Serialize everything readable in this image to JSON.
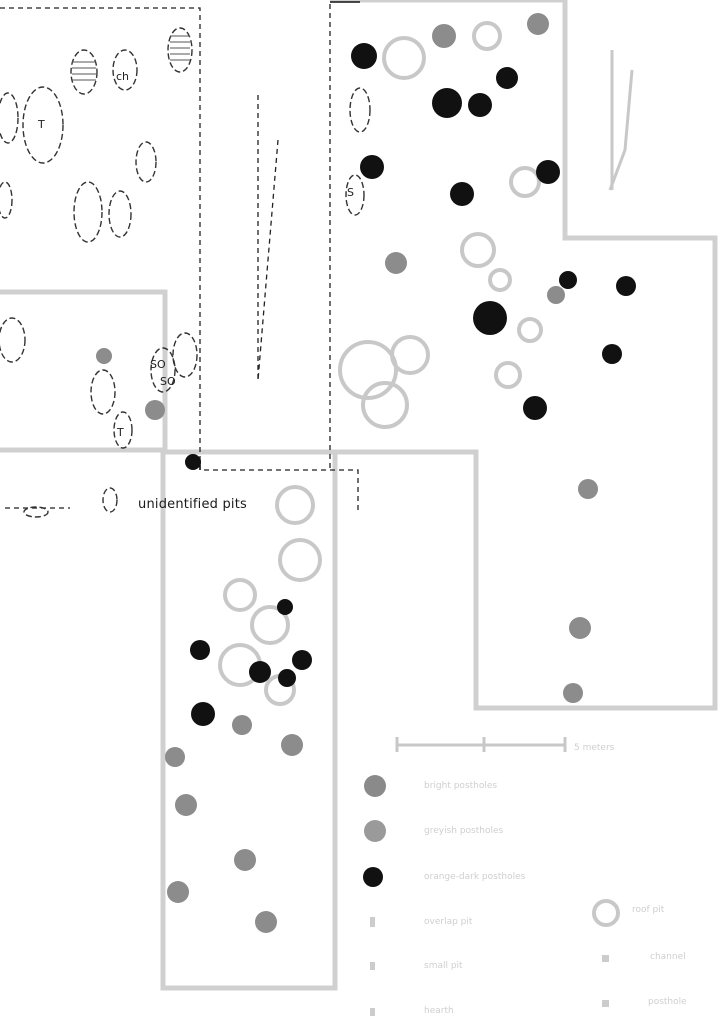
{
  "labels": {
    "main": "unidentified pits",
    "small_t": "T",
    "small_ch": "ch",
    "small_s": "S",
    "small_so1": "SO",
    "small_so2": "SO",
    "small_t2": "T",
    "scale_unit": "5 meters"
  },
  "legend": {
    "items": [
      {
        "label": "bright postholes",
        "fill": "#8a8a8a"
      },
      {
        "label": "greyish postholes",
        "fill": "#9a9a9a"
      },
      {
        "label": "orange-dark postholes",
        "fill": "#111111"
      },
      {
        "label": "overlap pit",
        "fill": "#cccccc"
      },
      {
        "label": "small pit",
        "fill": "#cccccc"
      },
      {
        "label": "hearth",
        "fill": "#cccccc"
      }
    ],
    "side_items": [
      {
        "label": "roof pit"
      },
      {
        "label": "channel"
      },
      {
        "label": "posthole"
      }
    ]
  },
  "colors": {
    "light_line": "#d0d0d0",
    "dark": "#111111",
    "grey": "#8c8c8c",
    "dash": "#222222"
  }
}
